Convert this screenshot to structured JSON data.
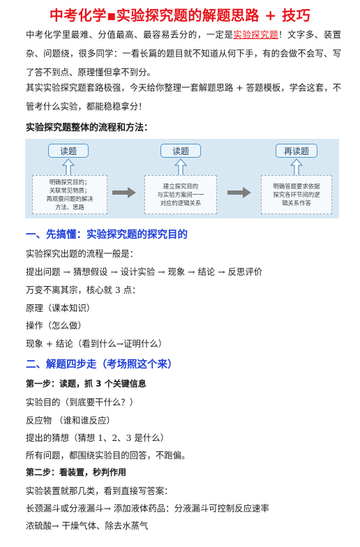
{
  "title": "中考化学▪实验探究题的解题思路 + 技巧",
  "intro": {
    "p1_before": "中考化学里最难、分值最高、最容易丢分的，一定是",
    "p1_highlight": "实验探究题",
    "p1_after": "！文字多、装置杂、问题绕，很多同学：一看长篇的题目就不知道从何下手，有的会做不会写、写了答不到点、原理懂但拿不到分。",
    "p2": "其实实验探究题套路极强，今天给你整理一套解题思路 + 答题模板，学会这套，不管考什么实验，都能稳稳拿分！"
  },
  "overview_heading": "实验探究题整体的流程和方法：",
  "diagram": {
    "stages": [
      {
        "label": "读题",
        "note": "明确探究目的；\n关联常见物质；\n再观察问题的解决\n方法、思路"
      },
      {
        "label": "读题",
        "note": "建立探究目的\n与实验方案间一一\n对应的逻辑关系"
      },
      {
        "label": "再读题",
        "note": "明确答题要求依据\n探究各环节间的逻\n辑关系作答"
      }
    ]
  },
  "section1": {
    "heading": "一、先搞懂：实验探究题的探究目的",
    "lines": [
      "实验探究出题的流程一般是：",
      "提出问题 → 猜想假设 → 设计实验 → 现象 → 结论 → 反思评价",
      "万变不离其宗，核心就 3 点：",
      "原理（课本知识）",
      "操作（怎么做）",
      "现象 + 结论（看到什么→证明什么）"
    ]
  },
  "section2": {
    "heading": "二、解题四步走（考场照这个来）",
    "step1": {
      "title": "第一步：读题，抓 3 个关键信息",
      "lines": [
        "实验目的（到底要干什么？）",
        "反应物  （谁和谁反应）",
        "提出的猜想（猜想 1、2、3 是什么）",
        "所有问题，都围绕实验目的回答，不跑偏。"
      ]
    },
    "step2": {
      "title": "第二步：看装置，秒判作用",
      "lines": [
        "实验装置就那几类，看到直接写答案：",
        "长颈漏斗或分液漏斗→ 添加液体药品：分液漏斗可控制反应速率",
        "浓硫酸→ 干燥气体、除去水蒸气"
      ]
    }
  }
}
